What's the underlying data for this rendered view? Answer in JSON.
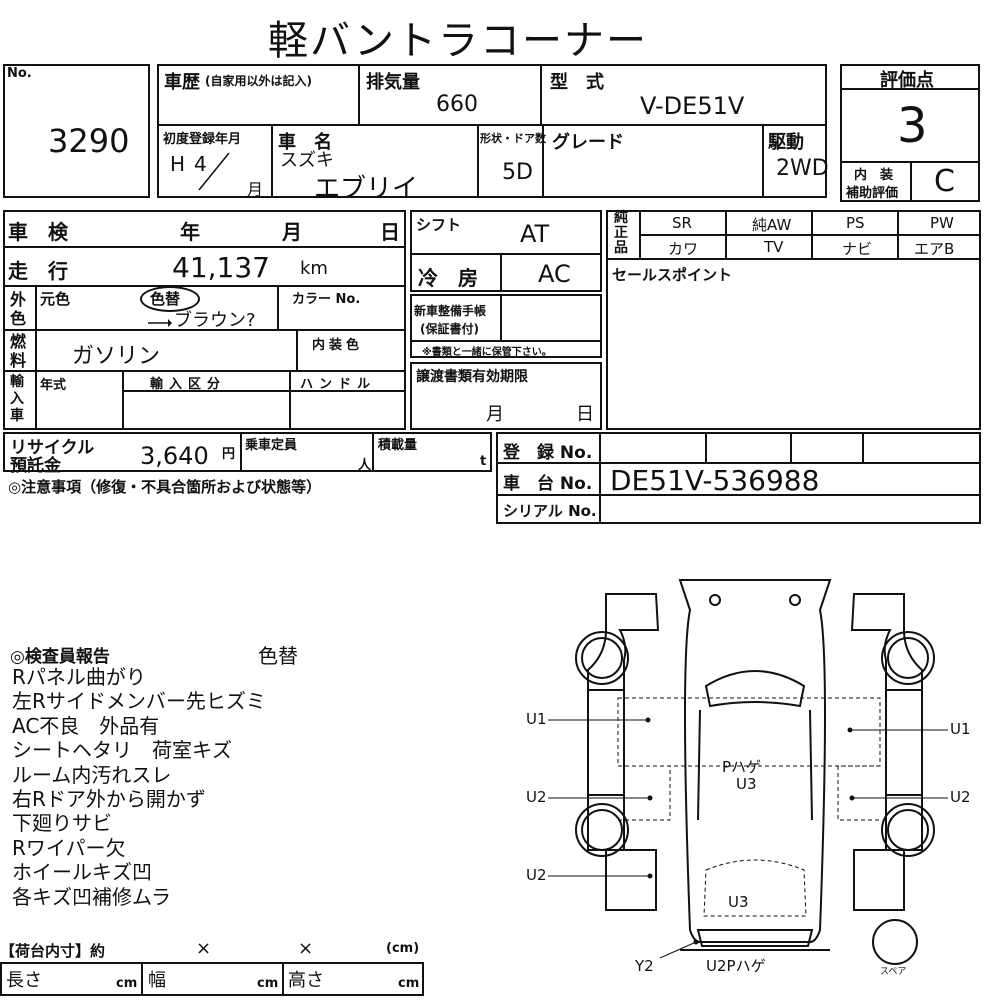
{
  "sheet": {
    "title": "軽バントラコーナー",
    "no_label": "No.",
    "no_value": "3290",
    "history_label": "車歴",
    "history_note": "(自家用以外は記入)",
    "displacement_label": "排気量",
    "displacement_value": "660",
    "model_label": "型　式",
    "model_value": "V-DE51V",
    "rating_label": "評価点",
    "rating_value": "3",
    "interior_label_1": "内　装",
    "interior_label_2": "補助評価",
    "interior_value": "C",
    "first_reg_label": "初度登録年月",
    "first_reg_era": "H",
    "first_reg_year": "4",
    "first_reg_month_unit": "月",
    "name_label": "車　名",
    "maker": "スズキ",
    "car_name": "エブリイ",
    "doors_label": "形状・ドア数",
    "doors_value": "5D",
    "grade_label": "グレード",
    "drive_label": "駆動",
    "drive_value": "2WD"
  },
  "inspection": {
    "shaken_label": "車　検",
    "year_label": "年",
    "month_label": "月",
    "day_label": "日",
    "mileage_label": "走　行",
    "mileage_value": "41,137",
    "mileage_unit": "km",
    "color_side_label": "外色",
    "original_color_label": "元色",
    "repaint_label": "色替",
    "color_no_label": "カラー No.",
    "color_value": "ブラウン?",
    "fuel_side_label": "燃料",
    "fuel_value": "ガソリン",
    "interior_color_label": "内装色",
    "import_side_label": "輸入車",
    "import_year_label": "年式",
    "import_class_label": "輸入区分",
    "handle_label": "ハンドル",
    "recycle_label_1": "リサイクル",
    "recycle_label_2": "預託金",
    "recycle_value": "3,640",
    "recycle_unit": "円",
    "capacity_label": "乗車定員",
    "capacity_unit": "人",
    "load_label": "積載量",
    "load_unit": "t",
    "notes_label": "◎注意事項（修復・不具合箇所および状態等）"
  },
  "equipment": {
    "shift_label": "シフト",
    "shift_value": "AT",
    "ac_label": "冷　房",
    "ac_value": "AC",
    "manual_label_1": "新車整備手帳",
    "manual_label_2": "(保証書付)",
    "manual_note": "※書類と一緒に保管下さい。",
    "transfer_label": "譲渡書類有効期限",
    "transfer_month": "月",
    "transfer_day": "日",
    "genuine_label": "純正品",
    "options_top": [
      "SR",
      "純AW",
      "PS",
      "PW"
    ],
    "options_bottom": [
      "カワ",
      "TV",
      "ナビ",
      "エアB"
    ],
    "sales_point_label": "セールスポイント"
  },
  "registration": {
    "reg_no_label": "登　録 No.",
    "chassis_label": "車　台 No.",
    "chassis_value": "DE51V-536988",
    "serial_label": "シリアル No."
  },
  "report": {
    "heading": "◎検査員報告",
    "repaint": "色替",
    "lines": [
      "Rパネル曲がり",
      "左Rサイドメンバー先ヒズミ",
      "AC不良　外品有",
      "シートヘタリ　荷室キズ",
      "ルーム内汚れスレ",
      "右Rドア外から開かず",
      "下廻りサビ",
      "Rワイパー欠",
      "ホイールキズ凹",
      "各キズ凹補修ムラ"
    ]
  },
  "cargo": {
    "label": "【荷台内寸】約",
    "x1": "×",
    "x2": "×",
    "unit": "(cm)",
    "length_label": "長さ",
    "width_label": "幅",
    "height_label": "高さ",
    "cm": "cm"
  },
  "diagram": {
    "u1_left": "U1",
    "u1_right": "U1",
    "u2_left_1": "U2",
    "u2_right": "U2",
    "u2_left_2": "U2",
    "center_1": "Pハゲ",
    "center_2": "U3",
    "rear_u3": "U3",
    "y2": "Y2",
    "bottom": "U2Pハゲ",
    "spare": "スペア"
  }
}
